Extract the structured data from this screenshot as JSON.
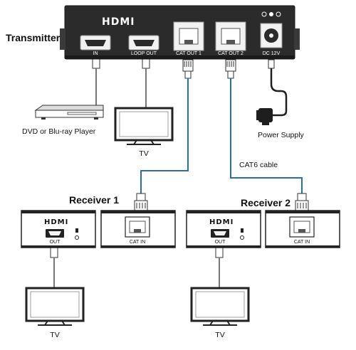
{
  "colors": {
    "device_dark": "#2b2b2b",
    "device_border": "#1a1a1a",
    "device_light": "#f2f2f2",
    "cable_blue": "#2a6db5",
    "cable_black": "#1e1e1e",
    "cable_gray": "#9a9a9a"
  },
  "transmitter": {
    "title": "Transmitter",
    "logo": "HDMI",
    "ports": {
      "in": "IN",
      "loop_out": "LOOP OUT",
      "cat_out_1": "CAT OUT 1",
      "cat_out_2": "CAT OUT 2",
      "dc": "DC 12V"
    }
  },
  "source": {
    "label": "DVD or Blu-ray Player"
  },
  "loop_tv": {
    "label": "TV"
  },
  "power": {
    "label": "Power Supply"
  },
  "cable": {
    "label": "CAT6 cable"
  },
  "receiver1": {
    "title": "Receiver 1",
    "logo": "HDMI",
    "out_label": "OUT",
    "cat_in_label": "CAT IN",
    "tv_label": "TV"
  },
  "receiver2": {
    "title": "Receiver 2",
    "logo": "HDMI",
    "out_label": "OUT",
    "cat_in_label": "CAT IN",
    "tv_label": "TV"
  }
}
